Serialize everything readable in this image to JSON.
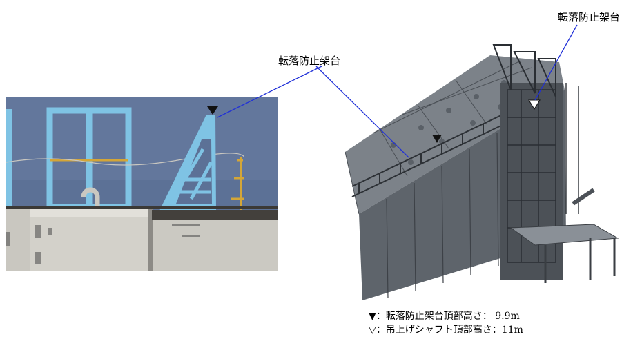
{
  "labels": {
    "photo_callout": "転落防止架台",
    "render_callout": "転落防止架台"
  },
  "legend": [
    {
      "marker": "▼",
      "text": "：転落防止架台頂部高さ： 9.9m"
    },
    {
      "marker": "▽",
      "text": "：吊上げシャフト頂部高さ：11m"
    }
  ],
  "colors": {
    "sky": "#5c7196",
    "frame": "#7fc3e4",
    "concrete": "#c9c7c0",
    "steel": "#6e747b",
    "steel_dark": "#3d4147",
    "callout_line": "#2030d8"
  }
}
